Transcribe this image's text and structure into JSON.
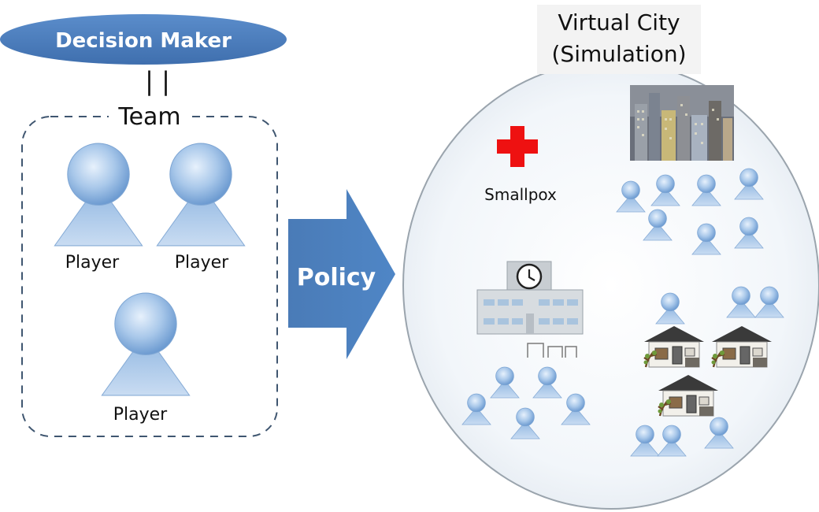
{
  "decision_maker": {
    "label": "Decision Maker"
  },
  "equals_sign": "| |",
  "team": {
    "label": "Team",
    "players": [
      "Player",
      "Player",
      "Player"
    ]
  },
  "policy": {
    "label": "Policy"
  },
  "virtual_city": {
    "title_line1": "Virtual City",
    "title_line2": "(Simulation)",
    "smallpox_label": "Smallpox"
  },
  "colors": {
    "ellipse_blue": "#4f81bd",
    "ellipse_text": "#ffffff",
    "arrow_blue": "#4f81bd",
    "arrow_text": "#ffffff",
    "dashed_border": "#3f5670",
    "person_light": "#c7dcf2",
    "person_mid": "#8fb6e1",
    "person_dark": "#5f8fc9",
    "red_cross": "#ee1111",
    "city_oval_fill": "#f5f8fb",
    "city_oval_stroke": "#9aa4ad"
  },
  "icons": {
    "person": "person-icon",
    "red_cross": "red-cross-icon",
    "building": "city-skyline-icon",
    "school": "school-building-icon",
    "house": "house-icon",
    "clock": "clock-icon"
  }
}
